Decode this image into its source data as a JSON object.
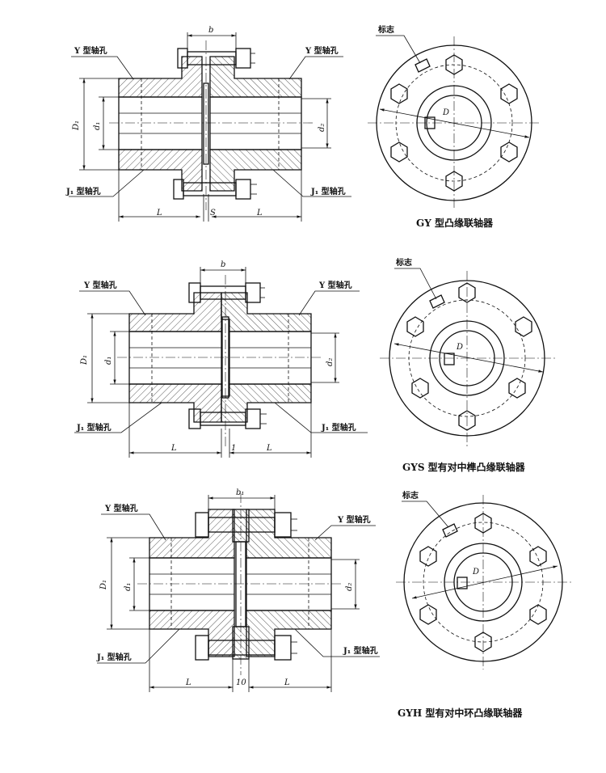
{
  "labels": {
    "y_bore": "Y 型轴孔",
    "j1_bore": "J₁ 型轴孔",
    "mark": "标志",
    "dim_b": "b",
    "dim_b1": "b₁",
    "dim_D1": "D₁",
    "dim_d1": "d₁",
    "dim_d2": "d₂",
    "dim_L": "L",
    "dim_S": "S",
    "dim_1": "1",
    "dim_10": "10",
    "dim_D": "D"
  },
  "titles": {
    "gy": "GY 型凸缘联轴器",
    "gys": "GYS 型有对中榫凸缘联轴器",
    "gyh": "GYH 型有对中环凸缘联轴器"
  },
  "colors": {
    "line": "#111111",
    "background": "#ffffff"
  }
}
